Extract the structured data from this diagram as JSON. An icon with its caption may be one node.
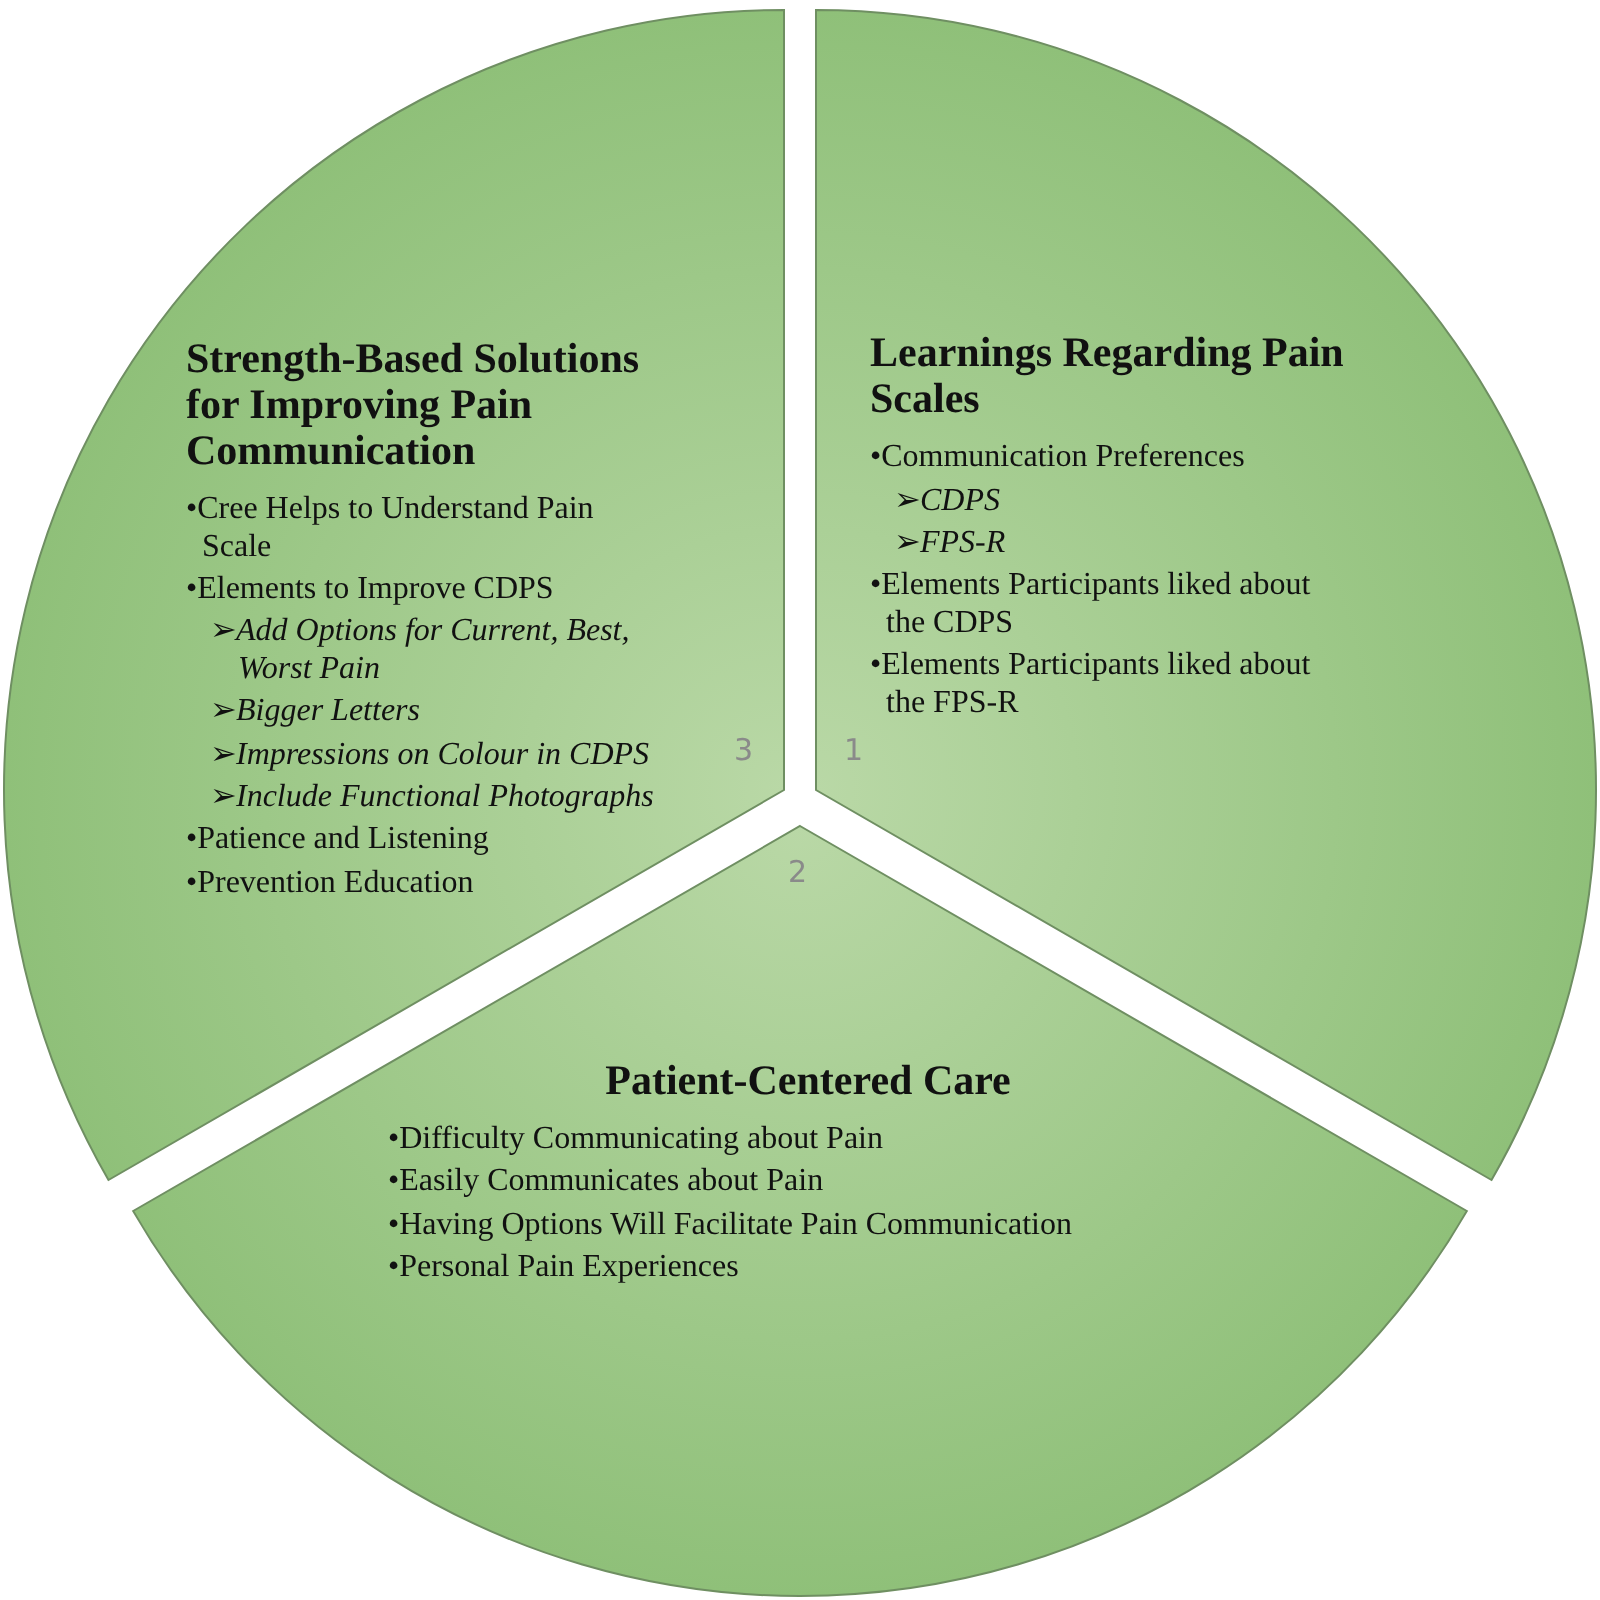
{
  "diagram": {
    "nodes": [
      {
        "text": [
          "Strength-Based Solutions for Improving Pain Communication",
          "•Cree Helps to Understand Pain Scale",
          "•Elements to Improve CDPS",
          "➢*Add Options for Current, Best, Worst Pain*",
          "➢*Bigger Letters*",
          "➢*Impressions on Colour in CDPS*",
          "➢*Include Functional Photographs*",
          "•Patience and Listening",
          "•Prevention Education",
          "3"
        ]
      },
      {
        "text": [
          "Learnings Regarding Pain Scales",
          "•Communication Preferences",
          "➢*CDPS*",
          "➢*FPS-R*",
          "•Elements Participants liked about the CDPS",
          "•Elements Participants liked about the FPS-R",
          "1"
        ]
      },
      {
        "text": [
          "Patient-Centered Care",
          "•Difficulty Communicating about Pain",
          "•Easily Communicates about Pain",
          "•Having Options Will Facilitate Pain Communication",
          "•Personal Pain Experiences",
          "2"
        ]
      }
    ]
  }
}
